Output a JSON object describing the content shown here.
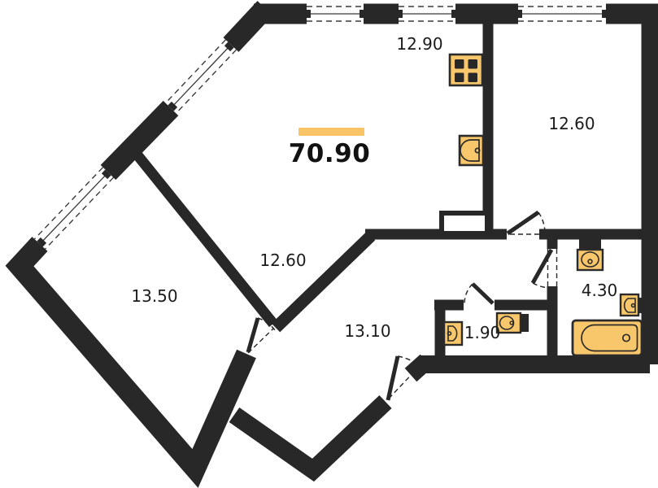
{
  "plan": {
    "total_area": "70.90",
    "rooms": {
      "kitchen": {
        "area": "12.90"
      },
      "bedroom": {
        "area": "12.60"
      },
      "corridor": {
        "area": "12.60"
      },
      "room2": {
        "area": "13.50"
      },
      "hall": {
        "area": "13.10"
      },
      "wc": {
        "area": "1.90"
      },
      "bathroom": {
        "area": "4.30"
      }
    },
    "fixtures": [
      "stove-icon",
      "kitchen-sink-icon",
      "wc-washbasin-icon",
      "wc-toilet-icon",
      "bathroom-toilet-icon",
      "bathroom-washbasin-icon",
      "bathtub-icon"
    ],
    "colors": {
      "wall": "#282828",
      "fixture_fill": "#F8C76B",
      "fixture_stroke": "#2B2B2B",
      "accent_bar": "#F8C465",
      "text": "#1B1B1B",
      "background": "#FFFFFF"
    }
  }
}
